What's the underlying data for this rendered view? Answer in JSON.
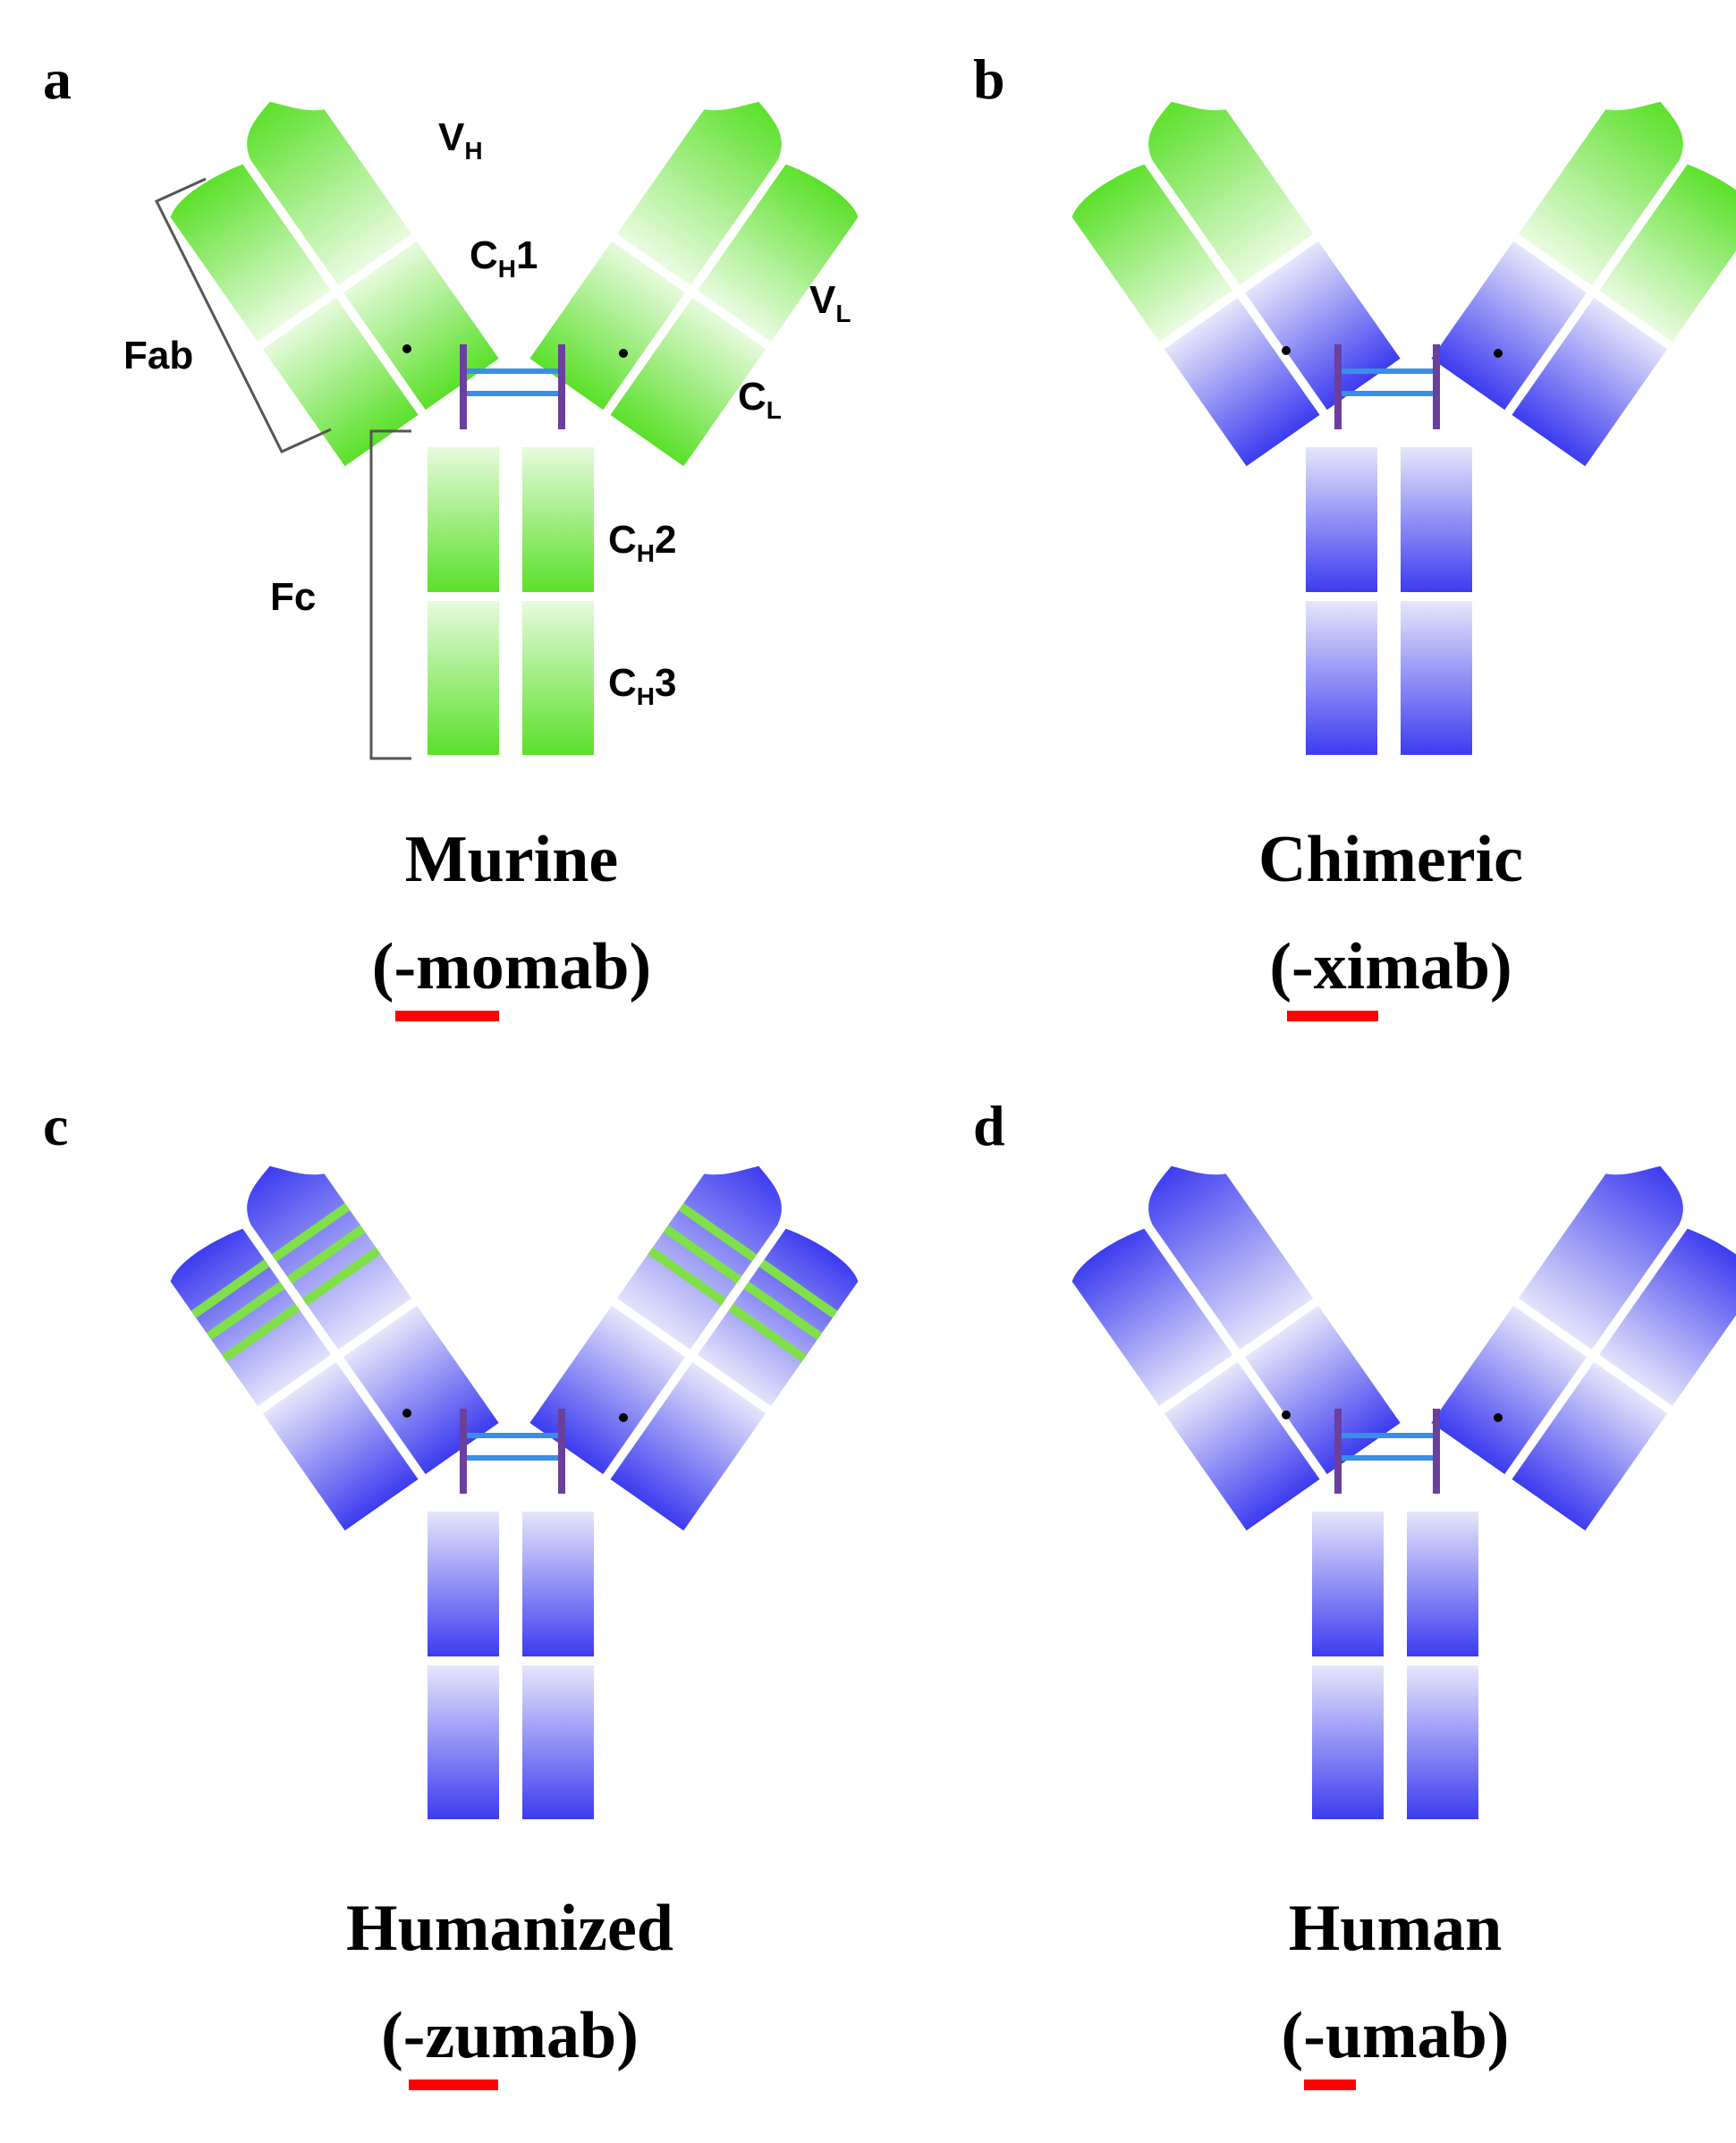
{
  "colors": {
    "murine_green": "#5be02a",
    "human_blue": "#3c3cf0",
    "hinge_purple": "#6a3f9e",
    "disulfide_blue": "#3a8ee6",
    "underline_red": "#ff0000"
  },
  "labels": {
    "vh": "V",
    "vh_sub": "H",
    "ch1": "C",
    "ch1_sub": "H",
    "ch1_num": "1",
    "vl": "V",
    "vl_sub": "L",
    "cl": "C",
    "cl_sub": "L",
    "ch2": "C",
    "ch2_sub": "H",
    "ch2_num": "2",
    "ch3": "C",
    "ch3_sub": "H",
    "ch3_num": "3",
    "fab": "Fab",
    "fc": "Fc"
  },
  "panels": [
    {
      "letter": "a",
      "title": "Murine",
      "suffix_open": "(-",
      "suffix_stem": "momab",
      "suffix_close": ")",
      "underlined": "mo",
      "rest": "mab"
    },
    {
      "letter": "b",
      "title": "Chimeric",
      "suffix_open": "(-",
      "suffix_stem": "ximab",
      "suffix_close": ")",
      "underlined": "xi",
      "rest": "mab"
    },
    {
      "letter": "c",
      "title": "Humanized",
      "suffix_open": "(-",
      "suffix_stem": "zumab",
      "suffix_close": ")",
      "underlined": "zu",
      "rest": "mab"
    },
    {
      "letter": "d",
      "title": "Human",
      "suffix_open": "(-",
      "suffix_stem": "umab",
      "suffix_close": ")",
      "underlined": "u",
      "rest": "mab"
    }
  ]
}
